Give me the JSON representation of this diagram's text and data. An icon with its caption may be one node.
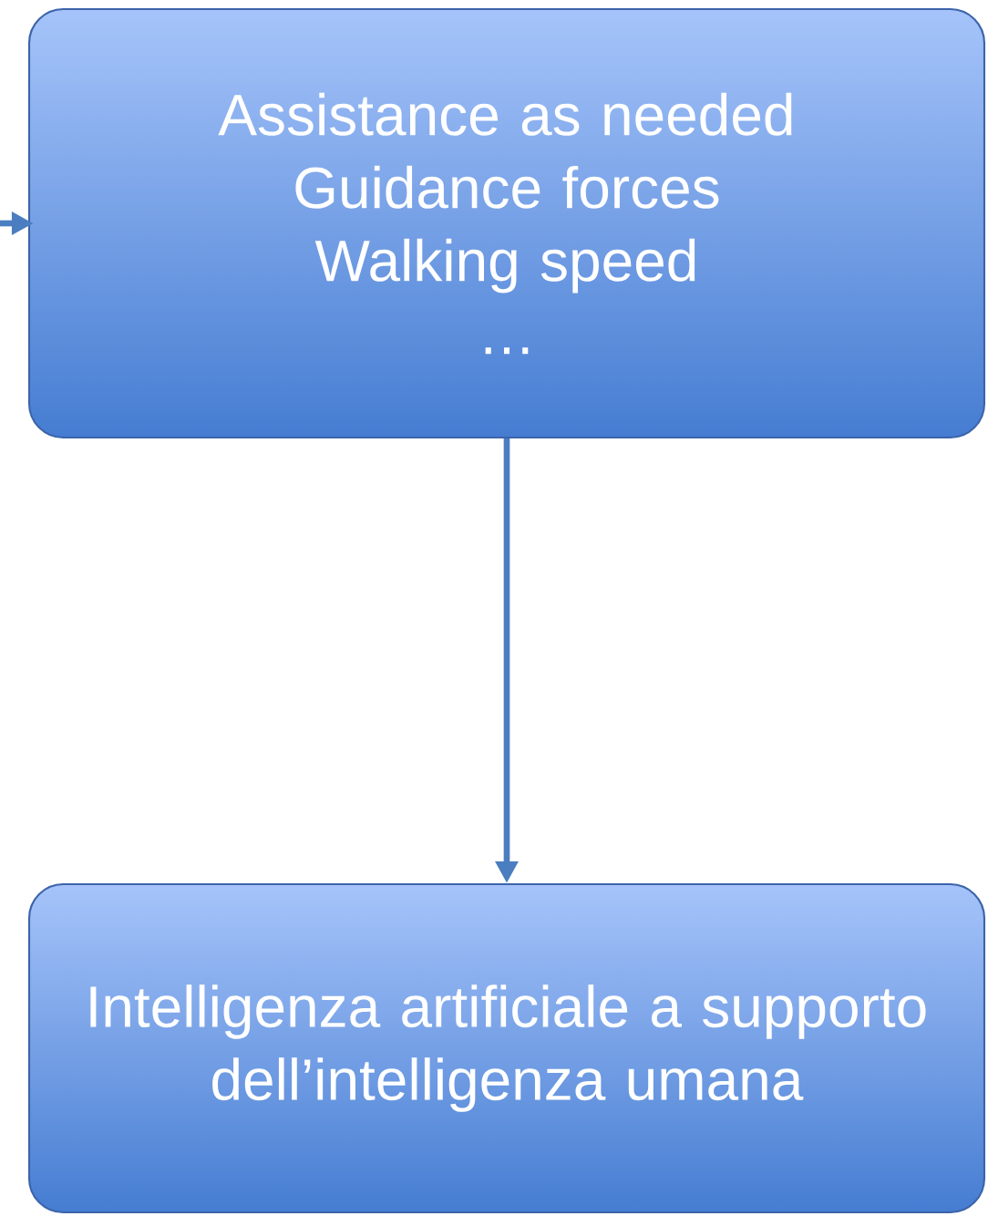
{
  "diagram": {
    "nodes": [
      {
        "text": [
          "Assistance as needed",
          "Guidance forces",
          "Walking speed",
          "…"
        ]
      },
      {
        "text": [
          "Intelligenza artificiale a supporto dell’intelligenza umana"
        ]
      }
    ],
    "edges": [
      {
        "from": null,
        "to": 0,
        "arrow": "to"
      },
      {
        "from": 0,
        "to": 1,
        "arrow": "to"
      }
    ]
  }
}
